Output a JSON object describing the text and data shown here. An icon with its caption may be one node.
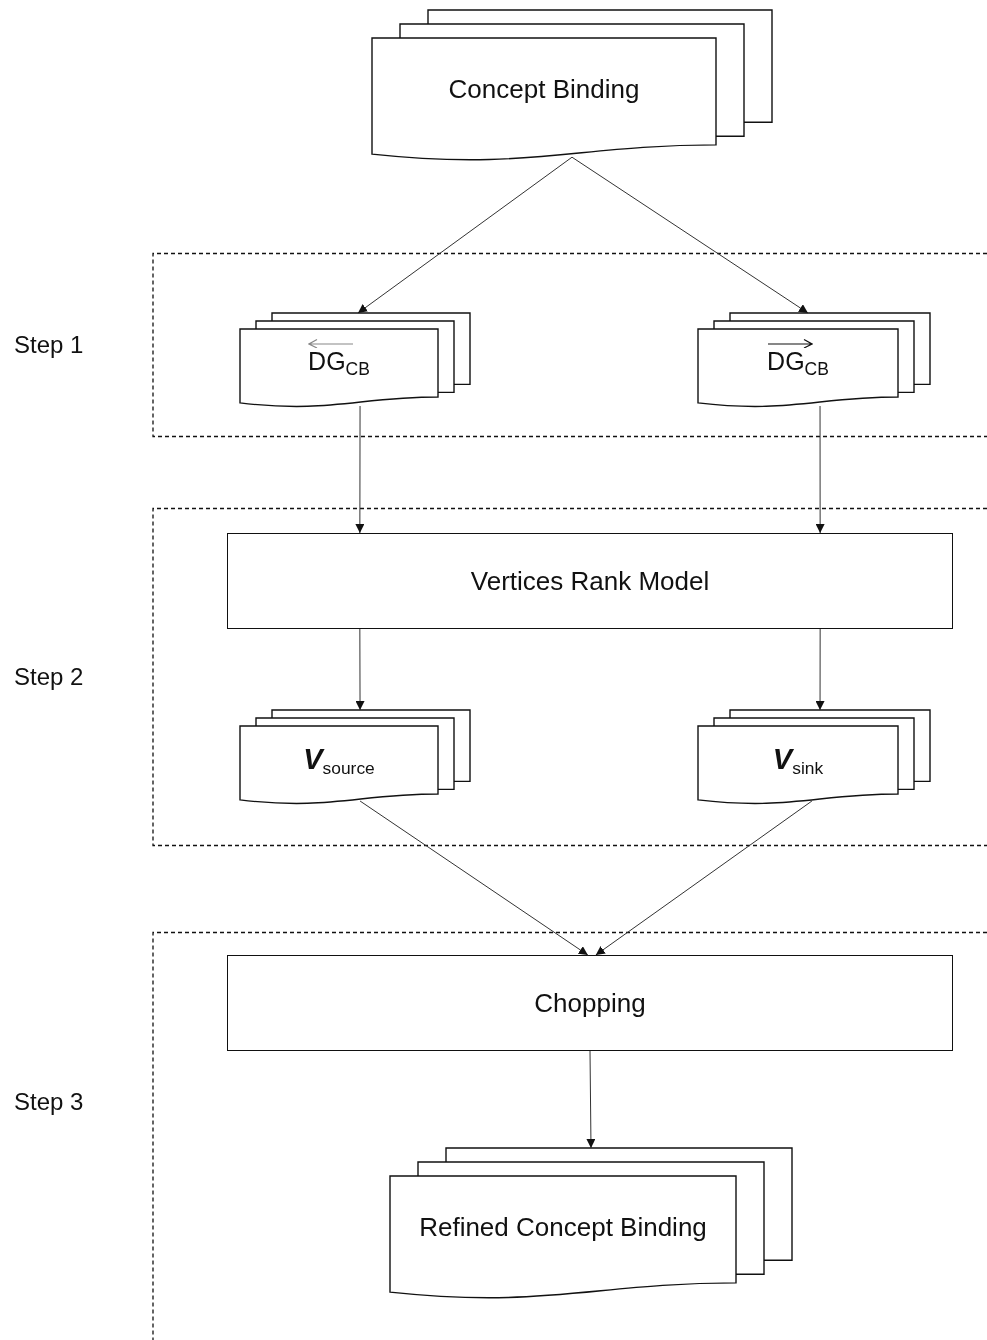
{
  "diagram": {
    "nodes": [
      {
        "text": [
          "Concept Binding"
        ]
      },
      {
        "text": [
          "Step 1"
        ]
      },
      {
        "text": [
          "DG$_{CB}$"
        ],
        "in": 1
      },
      {
        "text": [
          "DG$_{CB}$"
        ],
        "in": 1
      },
      {
        "text": [
          "Step 2"
        ]
      },
      {
        "text": [
          "Vertices Rank Model"
        ],
        "in": 4
      },
      {
        "text": [
          "*V*$_{source}$"
        ],
        "in": 4
      },
      {
        "text": [
          "*V*$_{sink}$"
        ],
        "in": 4
      },
      {
        "text": [
          "Step 3"
        ]
      },
      {
        "text": [
          "Chopping"
        ],
        "in": 8
      },
      {
        "text": [
          "Refined Concept Binding"
        ],
        "in": 8
      }
    ],
    "edges": [
      {
        "from": 0,
        "to": 2,
        "arrow": "to"
      },
      {
        "from": 0,
        "to": 3,
        "arrow": "to"
      },
      {
        "from": 2,
        "to": 5,
        "arrow": "to"
      },
      {
        "from": 3,
        "to": 5,
        "arrow": "to"
      },
      {
        "from": 5,
        "to": 6,
        "arrow": "to"
      },
      {
        "from": 5,
        "to": 7,
        "arrow": "to"
      },
      {
        "from": 6,
        "to": 9,
        "arrow": "to"
      },
      {
        "from": 7,
        "to": 9,
        "arrow": "to"
      },
      {
        "from": 9,
        "to": 10,
        "arrow": "to"
      }
    ]
  }
}
